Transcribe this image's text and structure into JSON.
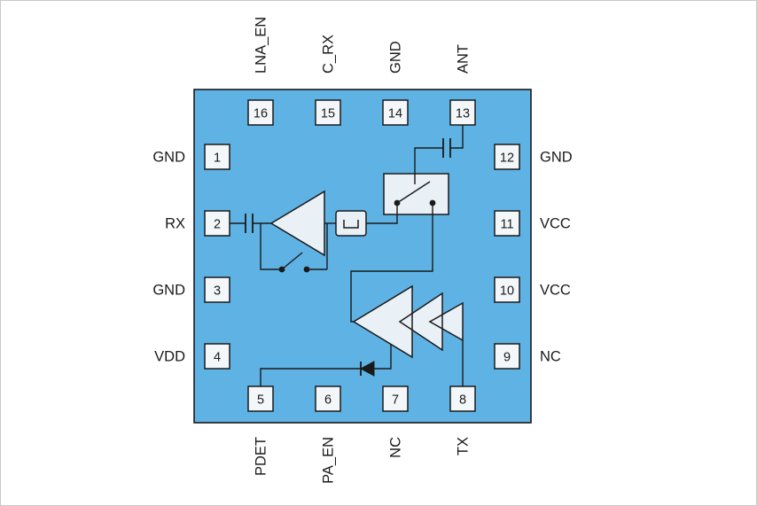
{
  "diagram": {
    "type": "rf-front-end-module-pin-functional-diagram",
    "colors": {
      "body_fill": "#5FB2E4",
      "pin_fill": "#F4F7FA",
      "component_fill": "#E9F0F6",
      "line": "#1A1A1A",
      "background": "#FFFFFF"
    },
    "pins": {
      "top": [
        {
          "number": "16",
          "label": "LNA_EN"
        },
        {
          "number": "15",
          "label": "C_RX"
        },
        {
          "number": "14",
          "label": "GND"
        },
        {
          "number": "13",
          "label": "ANT"
        }
      ],
      "left": [
        {
          "number": "1",
          "label": "GND"
        },
        {
          "number": "2",
          "label": "RX"
        },
        {
          "number": "3",
          "label": "GND"
        },
        {
          "number": "4",
          "label": "VDD"
        }
      ],
      "right": [
        {
          "number": "12",
          "label": "GND"
        },
        {
          "number": "11",
          "label": "VCC"
        },
        {
          "number": "10",
          "label": "VCC"
        },
        {
          "number": "9",
          "label": "NC"
        }
      ],
      "bottom": [
        {
          "number": "5",
          "label": "PDET"
        },
        {
          "number": "6",
          "label": "PA_EN"
        },
        {
          "number": "7",
          "label": "NC"
        },
        {
          "number": "8",
          "label": "TX"
        }
      ]
    },
    "components": {
      "lna": "lna-amplifier-icon",
      "pa": "pa-three-stage-amplifier-icon",
      "antenna_switch": "spdt-antenna-switch-icon",
      "bypass_switch": "lna-bypass-switch-icon",
      "filter": "rx-filter-icon",
      "rx_dc_block": "dc-block-capacitor-icon",
      "ant_dc_block": "dc-block-capacitor-icon",
      "detector": "power-detector-diode-icon"
    }
  }
}
